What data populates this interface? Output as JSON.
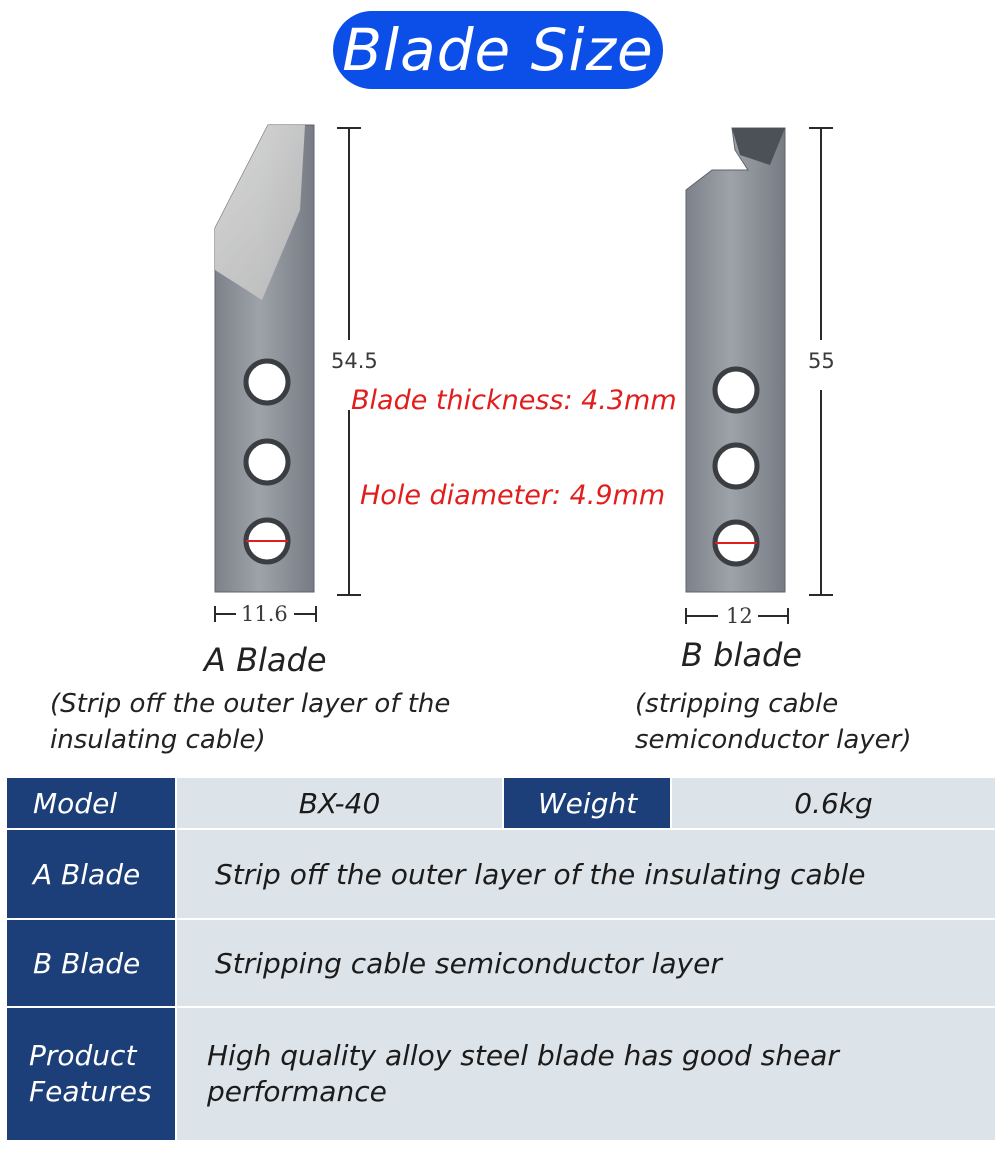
{
  "header": {
    "title": "Blade Size"
  },
  "blade_a": {
    "name": "A Blade",
    "description": "(Strip off the outer layer of the insulating cable)",
    "height": "54.5",
    "width": "11.6"
  },
  "blade_b": {
    "name": "B blade",
    "description": "(stripping cable semiconductor layer)",
    "height": "55",
    "width": "12"
  },
  "notes": {
    "thickness": "Blade thickness: 4.3mm",
    "hole": "Hole diameter: 4.9mm"
  },
  "specs": {
    "model_label": "Model",
    "model_value": "BX-40",
    "weight_label": "Weight",
    "weight_value": "0.6kg",
    "a_label": "A Blade",
    "a_value": "Strip off the outer layer of the insulating cable",
    "b_label": "B Blade",
    "b_value": "Stripping cable semiconductor layer",
    "features_label": "Product Features",
    "features_value": "High quality alloy steel blade has good shear performance"
  },
  "colors": {
    "title_bg": "#0b4ee8",
    "table_header": "#1d3f79",
    "table_cell": "#dde4e9",
    "note_red": "#e21d1d"
  }
}
